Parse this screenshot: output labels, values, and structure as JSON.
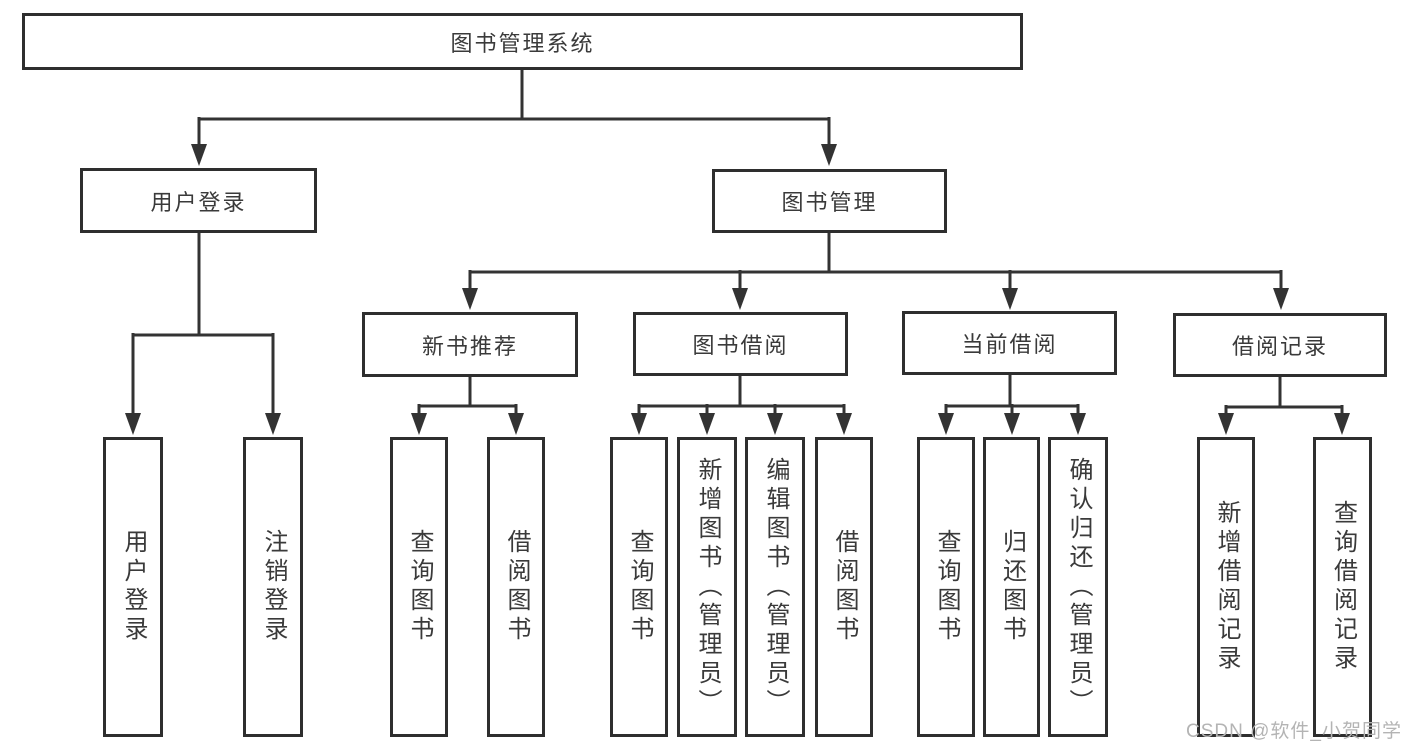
{
  "root": {
    "label": "图书管理系统"
  },
  "level1": [
    {
      "label": "用户登录"
    },
    {
      "label": "图书管理"
    }
  ],
  "level2": [
    {
      "label": "新书推荐"
    },
    {
      "label": "图书借阅"
    },
    {
      "label": "当前借阅"
    },
    {
      "label": "借阅记录"
    }
  ],
  "leaves": [
    {
      "label": "用户登录"
    },
    {
      "label": "注销登录"
    },
    {
      "label": "查询图书"
    },
    {
      "label": "借阅图书"
    },
    {
      "label": "查询图书"
    },
    {
      "label": "新增图书（管理员）"
    },
    {
      "label": "编辑图书（管理员）"
    },
    {
      "label": "借阅图书"
    },
    {
      "label": "查询图书"
    },
    {
      "label": "归还图书"
    },
    {
      "label": "确认归还（管理员）"
    },
    {
      "label": "新增借阅记录"
    },
    {
      "label": "查询借阅记录"
    }
  ],
  "watermark": "CSDN @软件_小贺同学",
  "colors": {
    "line": "#333333",
    "border": "#2e2e2e",
    "text": "#3a3a3a",
    "watermark": "#b4b4b4",
    "background": "#ffffff"
  }
}
